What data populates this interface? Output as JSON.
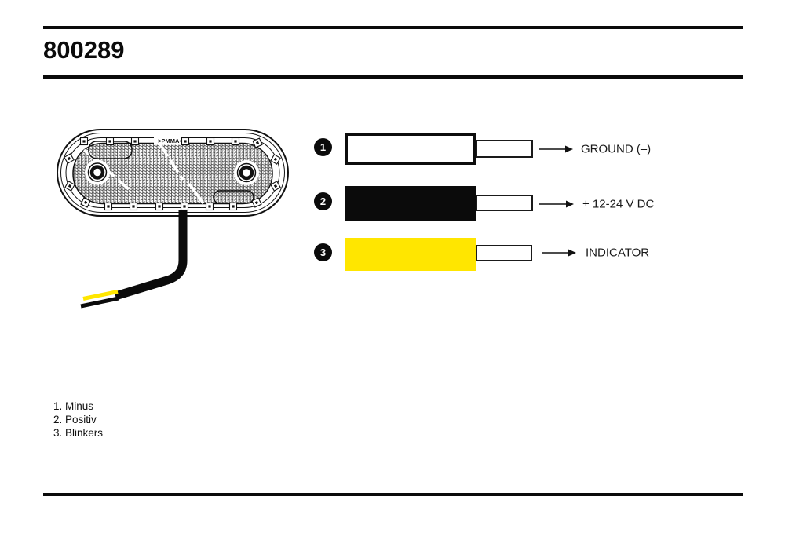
{
  "document": {
    "title": "800289"
  },
  "lamp": {
    "material_label": ">PMMA<"
  },
  "colors": {
    "accent_yellow": "#ffe600",
    "ink_black": "#0b0b0b",
    "wire_white": "#ffffff"
  },
  "wiring": {
    "rows": [
      {
        "number": "1",
        "wire_color_name": "white",
        "label": "GROUND (–)"
      },
      {
        "number": "2",
        "wire_color_name": "black",
        "label": "+ 12-24 V DC"
      },
      {
        "number": "3",
        "wire_color_name": "yellow",
        "label": "INDICATOR"
      }
    ]
  },
  "legend": {
    "items": [
      "1. Minus",
      "2. Positiv",
      "3. Blinkers"
    ]
  }
}
